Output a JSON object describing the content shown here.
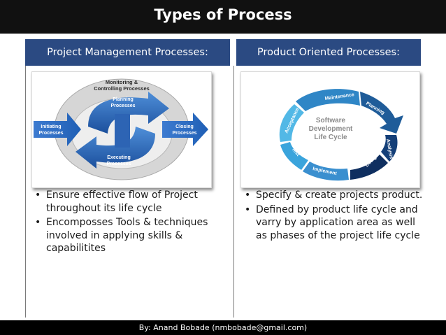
{
  "title": "Types of Process",
  "left": {
    "header": "Project Management Processes:",
    "diagram": {
      "monitoring": [
        "Monitoring &",
        "Controlling Processes"
      ],
      "planning": [
        "Planning",
        "Processes"
      ],
      "initiating": [
        "Initiating",
        "Processes"
      ],
      "closing": [
        "Closing",
        "Processes"
      ],
      "executing": [
        "Executing",
        "Processes"
      ]
    },
    "bullets": [
      "Ensure effective flow of Project throughout its life cycle",
      "Encomposses Tools & techniques involved in applying skills & capabilitites"
    ]
  },
  "right": {
    "header": "Product Oriented Processes:",
    "diagram": {
      "center": [
        "Software",
        "Development",
        "Life Cycle"
      ],
      "phases": [
        "Maintenance",
        "Planning",
        "Analysis",
        "Design",
        "Implement",
        "Test",
        "Acceptance"
      ]
    },
    "bullets": [
      "Specify & create projects product.",
      "Defined by product life cycle and varry by application area as well as phases of the project life cycle"
    ]
  },
  "bullet_glyph": "•",
  "footer": "By: Anand Bobade (nmbobade@gmail.com)"
}
